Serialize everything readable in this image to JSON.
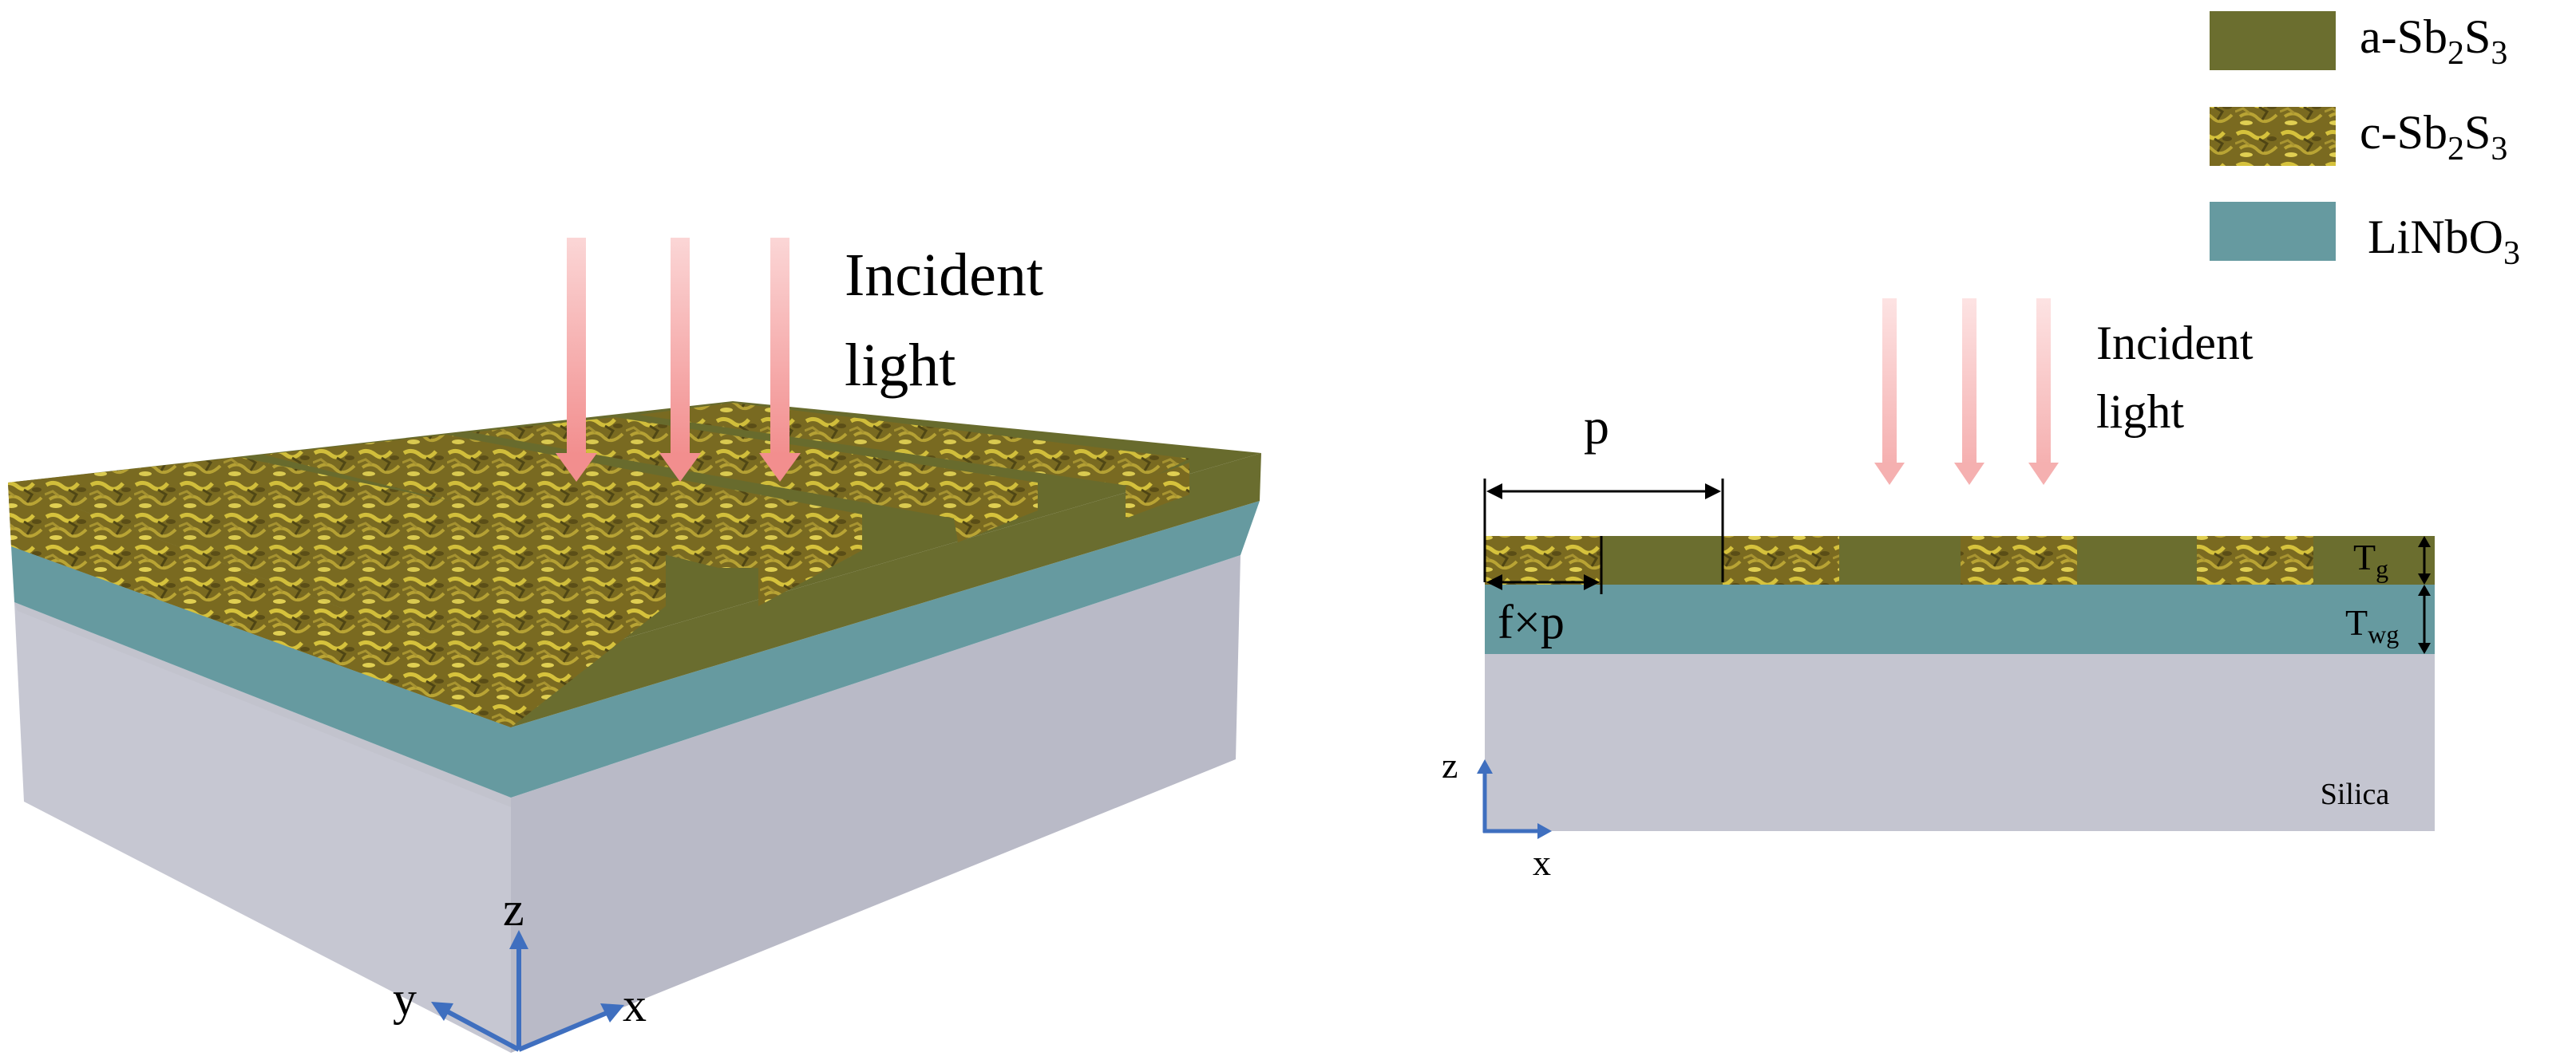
{
  "legend": {
    "items": [
      {
        "name": "a-Sb2S3",
        "prefix": "a-Sb",
        "sub1": "2",
        "mid": "S",
        "sub2": "3",
        "color": "#6b6e2f"
      },
      {
        "name": "c-Sb2S3",
        "prefix": "c-Sb",
        "sub1": "2",
        "mid": "S",
        "sub2": "3",
        "color": "#8a7a2a"
      },
      {
        "name": "LiNbO3",
        "prefix": "LiNbO",
        "sub1": "3",
        "mid": "",
        "sub2": "",
        "color": "#669aa0"
      }
    ]
  },
  "left_view": {
    "incident_line1": "Incident",
    "incident_line2": "light",
    "axis_z": "z",
    "axis_y": "y",
    "axis_x": "x"
  },
  "right_view": {
    "incident_line1": "Incident",
    "incident_line2": "light",
    "period_label": "p",
    "fill_label": "f×p",
    "tg_main": "T",
    "tg_sub": "g",
    "twg_main": "T",
    "twg_sub": "wg",
    "substrate_label": "Silica",
    "axis_z": "z",
    "axis_x": "x"
  },
  "colors": {
    "amorphous": "#6b6e2f",
    "crystalline_base": "#7d6e22",
    "crystalline_light": "#c8b334",
    "linbo3": "#669aa0",
    "silica": "#c4c5d0",
    "arrow": "#f4a3a3",
    "axis": "#3f6fbf"
  }
}
